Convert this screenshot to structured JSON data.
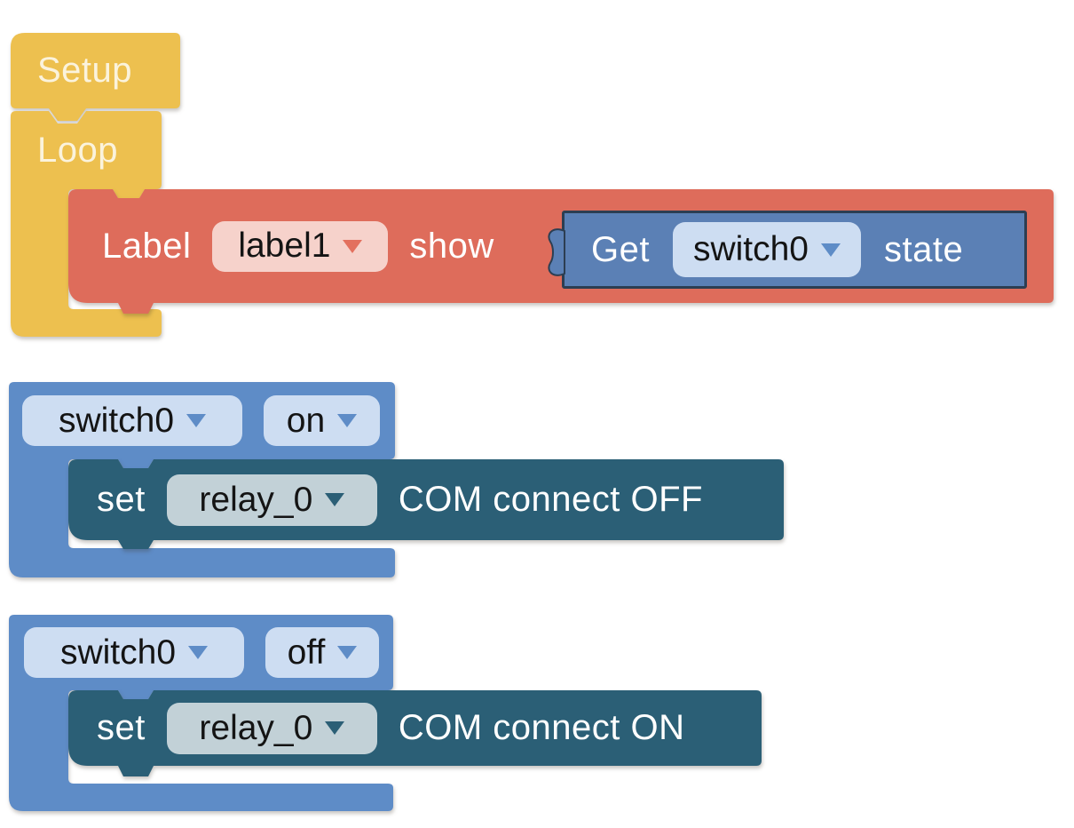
{
  "colors": {
    "canvas_bg": "#ffffff",
    "yellow": "#EDC04F",
    "yellow_text": "#FBF3DC",
    "red": "#DE6C5B",
    "pink_field": "#F6D2CB",
    "pink_arrow": "#E3705E",
    "blue": "#5E8CC7",
    "blue_field": "#CDDDF2",
    "blue_arrow": "#5E8CC7",
    "get_blue": "#5B80B5",
    "get_border": "#2C3E52",
    "teal": "#2B5F76",
    "teal_field": "#C2D1D7",
    "teal_arrow": "#2B5F76",
    "field_text": "#141414",
    "white_text": "#ffffff"
  },
  "workspace": {
    "setup_block": {
      "label": "Setup"
    },
    "loop_block": {
      "label": "Loop",
      "label_show_block": {
        "prefix": "Label",
        "label_dropdown": {
          "value": "label1"
        },
        "suffix": "show",
        "get_state_block": {
          "prefix": "Get",
          "device_dropdown": {
            "value": "switch0"
          },
          "suffix": "state"
        }
      }
    },
    "switch_on_rule": {
      "device_dropdown": {
        "value": "switch0"
      },
      "state_dropdown": {
        "value": "on"
      },
      "set_relay_block": {
        "prefix": "set",
        "relay_dropdown": {
          "value": "relay_0"
        },
        "action": "COM connect OFF"
      }
    },
    "switch_off_rule": {
      "device_dropdown": {
        "value": "switch0"
      },
      "state_dropdown": {
        "value": "off"
      },
      "set_relay_block": {
        "prefix": "set",
        "relay_dropdown": {
          "value": "relay_0"
        },
        "action": "COM connect ON"
      }
    }
  }
}
